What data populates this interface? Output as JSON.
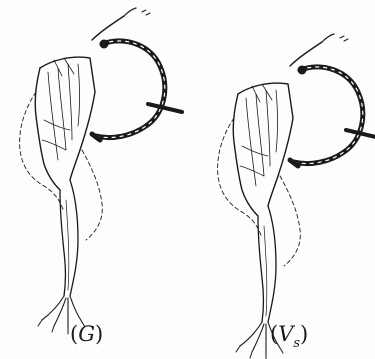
{
  "panels": [
    {
      "id": "left",
      "label_open": "(",
      "label_main": "G",
      "label_sub": "",
      "label_close": ")"
    },
    {
      "id": "right",
      "label_open": "(",
      "label_main": "V",
      "label_sub": "s",
      "label_close": ")"
    }
  ],
  "colors": {
    "ink": "#1a1a1a",
    "background": "#fdfdfb"
  }
}
